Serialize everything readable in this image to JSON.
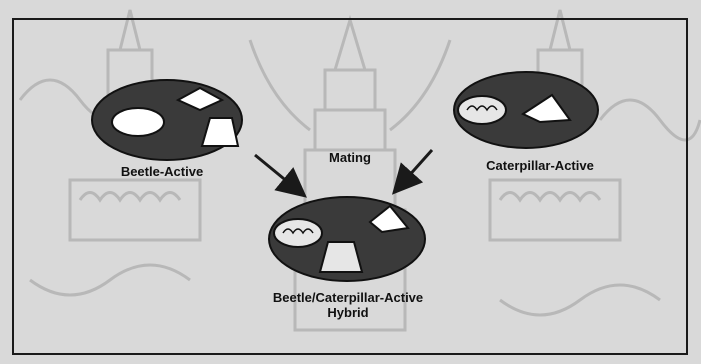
{
  "diagram": {
    "nodes": {
      "beetle": {
        "label": "Beetle-Active"
      },
      "caterpillar": {
        "label": "Caterpillar-Active"
      },
      "hybrid": {
        "label_line1": "Beetle/Caterpillar-Active",
        "label_line2": "Hybrid"
      }
    },
    "edge_label": "Mating",
    "edges": [
      {
        "from": "beetle",
        "to": "hybrid"
      },
      {
        "from": "caterpillar",
        "to": "hybrid"
      }
    ]
  },
  "colors": {
    "background": "#d9d9d9",
    "frame": "#1a1a1a",
    "ellipse_fill": "#3a3a3a",
    "watermark": "#b8b8b8",
    "ink": "#111111"
  }
}
